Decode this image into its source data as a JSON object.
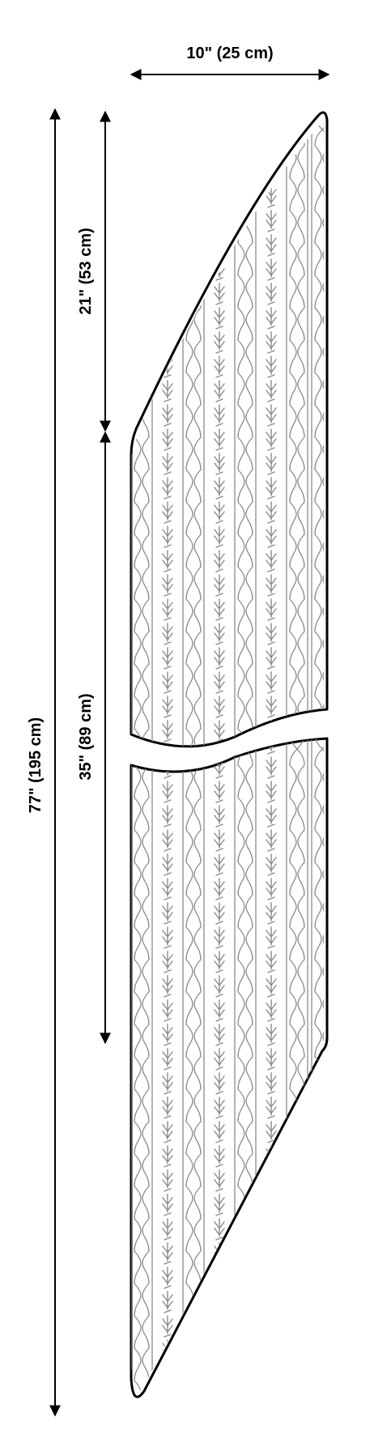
{
  "dimensions": {
    "width_label": "10\" (25 cm)",
    "upper_taper_label": "21\" (53 cm)",
    "middle_section_label": "35\" (89 cm)",
    "total_length_label": "77\" (195 cm)"
  },
  "colors": {
    "outline": "#000000",
    "stitch_pattern": "#8a8a8a",
    "background": "#ffffff"
  },
  "pattern": {
    "motifs": [
      "cable-column",
      "fern-column"
    ],
    "break_marker": "continuation-break"
  }
}
